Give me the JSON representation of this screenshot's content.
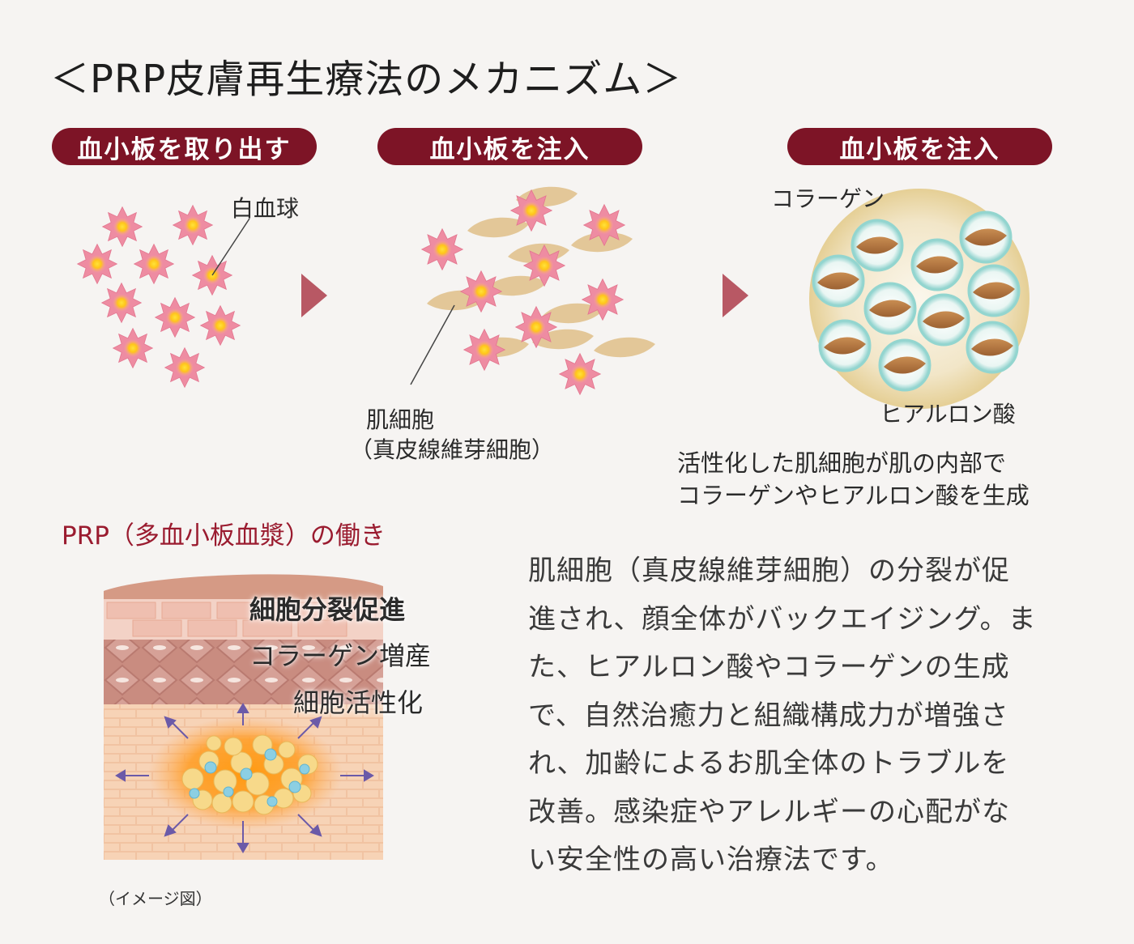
{
  "title": "＜PRP皮膚再生療法のメカニズム＞",
  "steps": [
    {
      "label": "血小板を取り出す"
    },
    {
      "label": "血小板を注入"
    },
    {
      "label": "血小板を注入"
    }
  ],
  "labels": {
    "white_blood_cell": "白血球",
    "skin_cell_line1": "肌細胞",
    "skin_cell_line2": "（真皮線維芽細胞）",
    "collagen": "コラーゲン",
    "hyaluronic_acid": "ヒアルロン酸"
  },
  "step3_caption": {
    "line1": "活性化した肌細胞が肌の内部で",
    "line2": "コラーゲンやヒアルロン酸を生成"
  },
  "prp_section": {
    "heading": "PRP（多血小板血漿）の働き",
    "effects": [
      "細胞分裂促進",
      "コラーゲン増産",
      "細胞活性化"
    ],
    "image_note": "（イメージ図）"
  },
  "description": {
    "lines": [
      "肌細胞（真皮線維芽細胞）の分裂が促",
      "進され、顔全体がバックエイジング。ま",
      "た、ヒアルロン酸やコラーゲンの生成",
      "で、自然治癒力と組織構成力が増強さ",
      "れ、加齢によるお肌全体のトラブルを",
      "改善。感染症やアレルギーの心配がな",
      "い安全性の高い治療法です。"
    ]
  },
  "colors": {
    "pill": "#7d1426",
    "heading_red": "#9a1b2f",
    "platelet_pink": "#ef8fa4",
    "platelet_core": "#ffd21a",
    "fibroblast": "#e3c798",
    "arrow": "#b85864",
    "hyaluronic_ring": "#8fd3cf"
  },
  "icons": [
    "platelet-icon",
    "fibroblast-icon",
    "arrow-right-icon",
    "collagen-sphere-icon",
    "skin-cross-section-icon"
  ]
}
